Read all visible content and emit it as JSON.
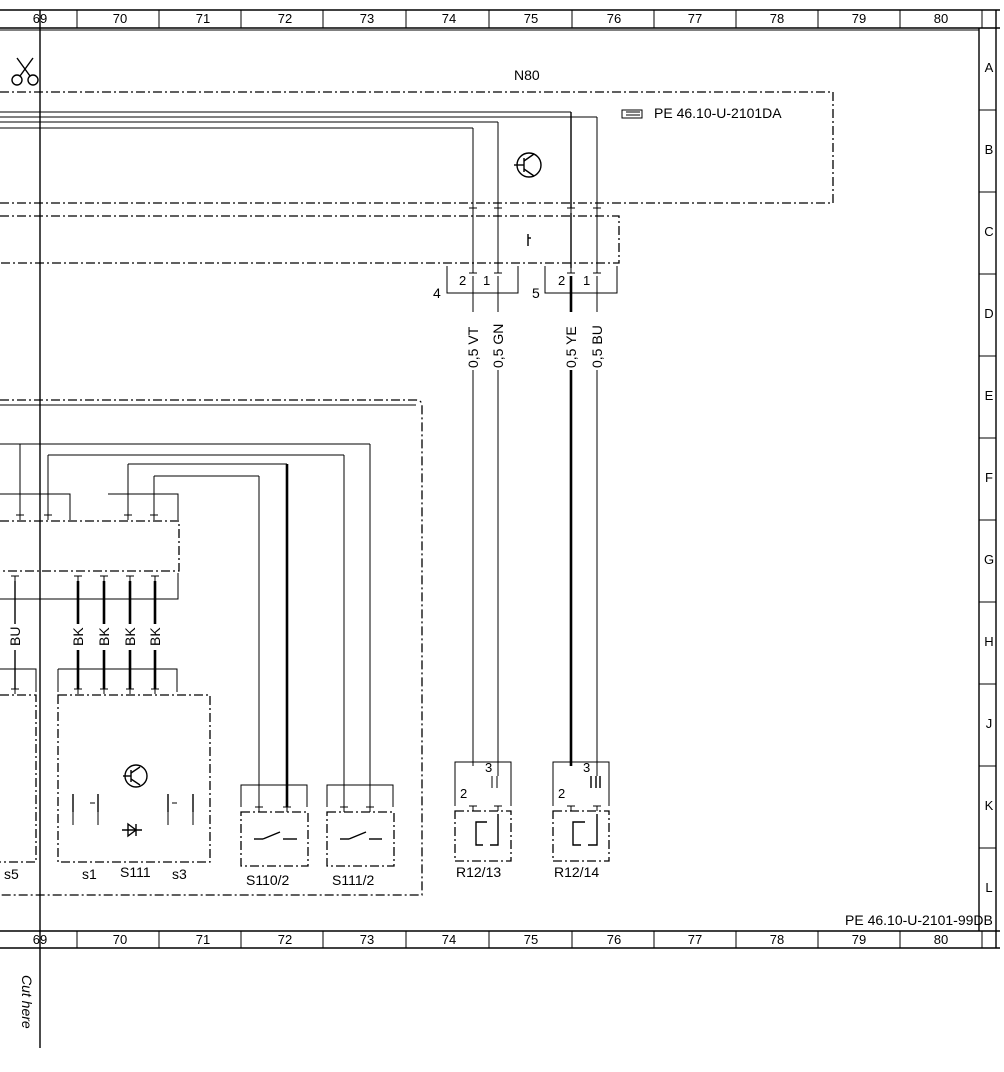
{
  "ruler": {
    "top_columns": [
      "69",
      "70",
      "71",
      "72",
      "73",
      "74",
      "75",
      "76",
      "77",
      "78",
      "79",
      "80"
    ],
    "bottom_columns": [
      "69",
      "70",
      "71",
      "72",
      "73",
      "74",
      "75",
      "76",
      "77",
      "78",
      "79",
      "80"
    ],
    "rows": [
      "A",
      "B",
      "C",
      "D",
      "E",
      "F",
      "G",
      "H",
      "J",
      "K",
      "L"
    ]
  },
  "labels": {
    "module_n80": "N80",
    "ref_top": "PE 46.10-U-2101DA",
    "ref_bottom": "PE 46.10-U-2101-99DB",
    "cut_here": "Cut here",
    "connector_4": "4",
    "connector_5": "5",
    "s5": "s5",
    "s1": "s1",
    "s111": "S111",
    "s3": "s3",
    "s110_2": "S110/2",
    "s111_2": "S111/2",
    "r12_13": "R12/13",
    "r12_14": "R12/14"
  },
  "pins": {
    "c4_pin2": "2",
    "c4_pin1": "1",
    "c5_pin2": "2",
    "c5_pin1": "1",
    "r1213_pin2": "2",
    "r1213_pin3": "3",
    "r1214_pin2": "2",
    "r1214_pin3": "3"
  },
  "wires": {
    "vt": "0,5 VT",
    "gn": "0,5 GN",
    "ye": "0,5 YE",
    "bu": "0,5 BU",
    "bu_left": "BU",
    "bk1": "BK",
    "bk2": "BK",
    "bk3": "BK",
    "bk4": "BK"
  }
}
